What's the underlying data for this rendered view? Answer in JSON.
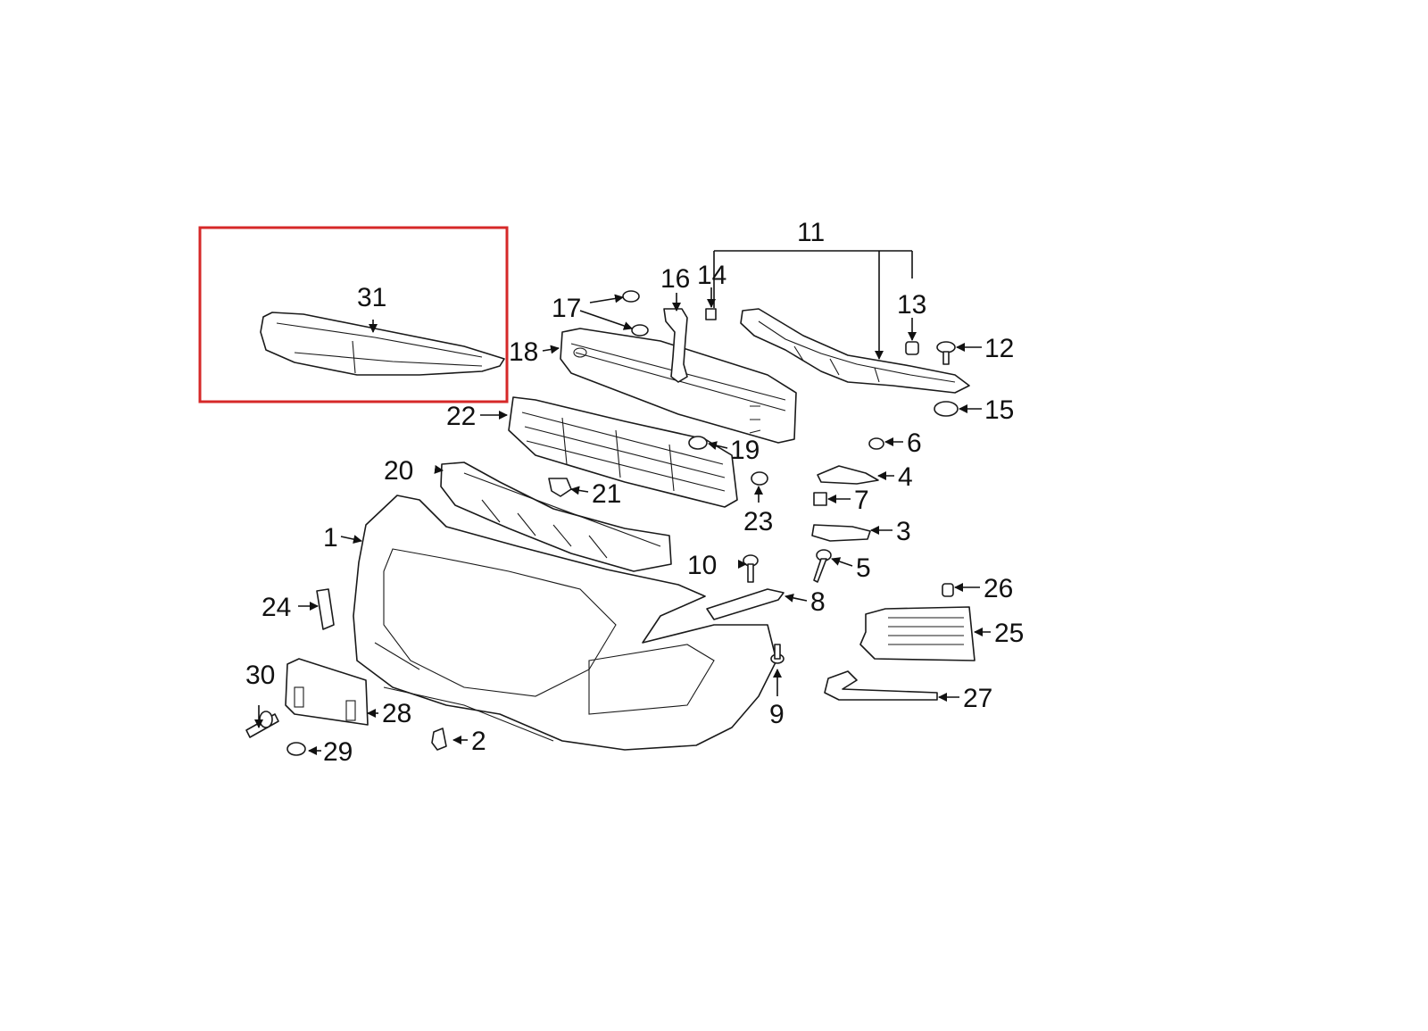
{
  "diagram": {
    "callouts": [
      {
        "id": "c1",
        "label": "1"
      },
      {
        "id": "c2",
        "label": "2"
      },
      {
        "id": "c3",
        "label": "3"
      },
      {
        "id": "c4",
        "label": "4"
      },
      {
        "id": "c5",
        "label": "5"
      },
      {
        "id": "c6",
        "label": "6"
      },
      {
        "id": "c7",
        "label": "7"
      },
      {
        "id": "c8",
        "label": "8"
      },
      {
        "id": "c9",
        "label": "9"
      },
      {
        "id": "c10",
        "label": "10"
      },
      {
        "id": "c11",
        "label": "11"
      },
      {
        "id": "c12",
        "label": "12"
      },
      {
        "id": "c13",
        "label": "13"
      },
      {
        "id": "c14",
        "label": "14"
      },
      {
        "id": "c15",
        "label": "15"
      },
      {
        "id": "c16",
        "label": "16"
      },
      {
        "id": "c17",
        "label": "17"
      },
      {
        "id": "c18",
        "label": "18"
      },
      {
        "id": "c19",
        "label": "19"
      },
      {
        "id": "c20",
        "label": "20"
      },
      {
        "id": "c21",
        "label": "21"
      },
      {
        "id": "c22",
        "label": "22"
      },
      {
        "id": "c23",
        "label": "23"
      },
      {
        "id": "c24",
        "label": "24"
      },
      {
        "id": "c25",
        "label": "25"
      },
      {
        "id": "c26",
        "label": "26"
      },
      {
        "id": "c27",
        "label": "27"
      },
      {
        "id": "c28",
        "label": "28"
      },
      {
        "id": "c29",
        "label": "29"
      },
      {
        "id": "c30",
        "label": "30"
      },
      {
        "id": "c31",
        "label": "31"
      }
    ],
    "highlight": {
      "callout": "31",
      "color": "#d62828"
    },
    "line_color": "#1a1a1a",
    "background": "#ffffff"
  }
}
